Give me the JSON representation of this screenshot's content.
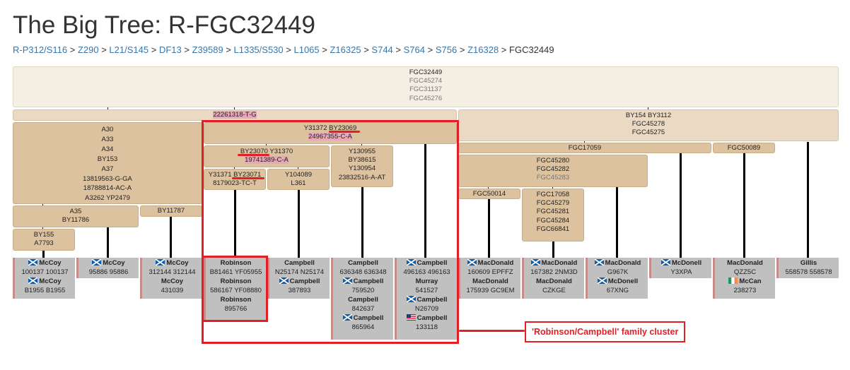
{
  "title": "The Big Tree: R-FGC32449",
  "breadcrumb": {
    "links": [
      "R-P312/S116",
      "Z290",
      "L21/S145",
      "DF13",
      "Z39589",
      "L1335/S530",
      "L1065",
      "Z16325",
      "S744",
      "S764",
      "S756",
      "Z16328"
    ],
    "separator": ">",
    "current": "FGC32449"
  },
  "nodes": {
    "root": [
      "FGC32449",
      "FGC45274",
      "FGC31137",
      "FGC45276"
    ],
    "left_band": [
      "22261318-T-G"
    ],
    "right_band": [
      "BY154 BY3112",
      "FGC45278",
      "FGC45275"
    ],
    "a30": [
      "A30",
      "A33",
      "A34",
      "BY153",
      "A37",
      "13819563-G-GA",
      "18788814-AC-A",
      "A3262 YP2479"
    ],
    "a35": [
      "A35",
      "BY11786"
    ],
    "by155": [
      "BY155",
      "A7793"
    ],
    "by11787": [
      "BY11787"
    ],
    "y31372": [
      "Y31372 BY23069",
      "24967355-C-A"
    ],
    "by23070": [
      "BY23070 Y31370",
      "19741389-C-A"
    ],
    "y31371": [
      "Y31371 BY23071",
      "8179023-TC-T"
    ],
    "y104089": [
      "Y104089",
      "L361"
    ],
    "y130955": [
      "Y130955",
      "BY38615",
      "Y130954",
      "23832516-A-AT"
    ],
    "fgc17059": [
      "FGC17059"
    ],
    "fgc50089": [
      "FGC50089"
    ],
    "fgc45280": [
      "FGC45280",
      "FGC45282",
      "FGC45283"
    ],
    "fgc50014": [
      "FGC50014"
    ],
    "fgc17058": [
      "FGC17058",
      "FGC45279",
      "FGC45281",
      "FGC45284",
      "FGC66841"
    ]
  },
  "leaves": [
    {
      "entries": [
        {
          "flag": "scotland",
          "name": "McCoy",
          "kit": "100137 100137"
        },
        {
          "flag": "scotland",
          "name": "McCoy",
          "kit": "B1955 B1955"
        }
      ]
    },
    {
      "entries": [
        {
          "flag": "scotland",
          "name": "McCoy",
          "kit": "95886 95886"
        }
      ]
    },
    {
      "entries": [
        {
          "flag": "scotland",
          "name": "McCoy",
          "kit": "312144 312144"
        },
        {
          "flag": "",
          "name": "McCoy",
          "kit": "431039"
        }
      ]
    },
    {
      "entries": [
        {
          "flag": "",
          "name": "Robinson",
          "kit": "B81461 YF05955"
        },
        {
          "flag": "",
          "name": "Robinson",
          "kit": "586167 YF08880"
        },
        {
          "flag": "",
          "name": "Robinson",
          "kit": "895766"
        }
      ]
    },
    {
      "entries": [
        {
          "flag": "",
          "name": "Campbell",
          "kit": "N25174 N25174"
        },
        {
          "flag": "scotland",
          "name": "Campbell",
          "kit": "387893"
        }
      ]
    },
    {
      "entries": [
        {
          "flag": "",
          "name": "Campbell",
          "kit": "636348 636348"
        },
        {
          "flag": "scotland",
          "name": "Campbell",
          "kit": "759520"
        },
        {
          "flag": "",
          "name": "Campbell",
          "kit": "842637"
        },
        {
          "flag": "scotland",
          "name": "Campbell",
          "kit": "865964"
        }
      ]
    },
    {
      "entries": [
        {
          "flag": "scotland",
          "name": "Campbell",
          "kit": "496163 496163"
        },
        {
          "flag": "",
          "name": "Murray",
          "kit": "541527"
        },
        {
          "flag": "scotland",
          "name": "Campbell",
          "kit": "N26709"
        },
        {
          "flag": "usa",
          "name": "Campbell",
          "kit": "133118"
        }
      ]
    },
    {
      "entries": [
        {
          "flag": "scotland",
          "name": "MacDonald",
          "kit": "160609 EPFFZ"
        },
        {
          "flag": "",
          "name": "MacDonald",
          "kit": "175939 GC9EM"
        }
      ]
    },
    {
      "entries": [
        {
          "flag": "scotland",
          "name": "MacDonald",
          "kit": "167382 2NM3D"
        },
        {
          "flag": "",
          "name": "MacDonald",
          "kit": "CZKGE"
        }
      ]
    },
    {
      "entries": [
        {
          "flag": "scotland",
          "name": "MacDonald",
          "kit": "G967K"
        },
        {
          "flag": "scotland",
          "name": "McDonell",
          "kit": "67XNG"
        }
      ]
    },
    {
      "entries": [
        {
          "flag": "scotland",
          "name": "McDonell",
          "kit": "Y3XPA"
        }
      ]
    },
    {
      "entries": [
        {
          "flag": "",
          "name": "MacDonald",
          "kit": "QZZ5C"
        },
        {
          "flag": "ireland",
          "name": "McCan",
          "kit": "238273"
        }
      ]
    },
    {
      "entries": [
        {
          "flag": "",
          "name": "Gillis",
          "kit": "558578 558578"
        }
      ]
    }
  ],
  "callout": {
    "text": "'Robinson/Campbell' family cluster"
  },
  "colors": {
    "link": "#3a76a8",
    "highlight": "#e21f26",
    "leaf": "#c0c0c0"
  }
}
